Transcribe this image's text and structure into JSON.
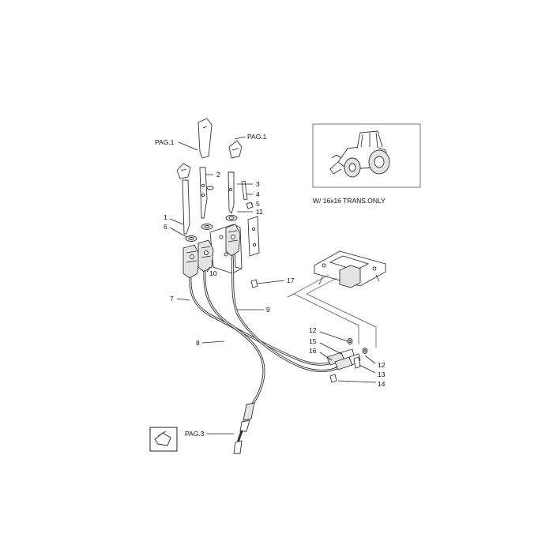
{
  "page_refs": {
    "top_left": "PAG.1",
    "top_right": "PAG.1",
    "bottom": "PAG.3"
  },
  "inset_caption": "W/ 16x16 TRANS.ONLY",
  "callouts": {
    "c1": "1",
    "c2": "2",
    "c3": "3",
    "c4": "4",
    "c5": "5",
    "c6": "6",
    "c7": "7",
    "c8": "8",
    "c9": "9",
    "c10": "10",
    "c11": "11",
    "c12a": "12",
    "c12b": "12",
    "c13": "13",
    "c14": "14",
    "c15": "15",
    "c16": "16",
    "c17": "17"
  },
  "icons": {
    "corner_symbol": "book-page-icon",
    "inset_vehicle": "tractor-icon"
  }
}
